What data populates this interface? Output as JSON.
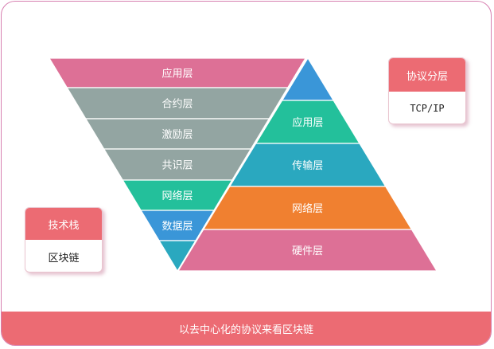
{
  "left_stack": {
    "layers": [
      {
        "label": "应用层",
        "color": "#dd7096"
      },
      {
        "label": "合约层",
        "color": "#93a5a2"
      },
      {
        "label": "激励层",
        "color": "#93a5a2"
      },
      {
        "label": "共识层",
        "color": "#93a5a2"
      },
      {
        "label": "网络层",
        "color": "#23c09b"
      },
      {
        "label": "数据层",
        "color": "#3a96d8"
      },
      {
        "label": "",
        "color": "#2aa8bf"
      }
    ]
  },
  "right_stack": {
    "layers": [
      {
        "label": "",
        "color": "#3a96d8"
      },
      {
        "label": "应用层",
        "color": "#23c09b"
      },
      {
        "label": "传输层",
        "color": "#2aa8bf"
      },
      {
        "label": "网络层",
        "color": "#f08030"
      },
      {
        "label": "硬件层",
        "color": "#dd7096"
      }
    ]
  },
  "legend_protocol": {
    "title": "协议分层",
    "value": "TCP/IP"
  },
  "legend_stack": {
    "title": "技术栈",
    "value": "区块链"
  },
  "footer": {
    "caption": "以去中心化的协议来看区块链"
  },
  "colors": {
    "accent": "#ec6b73",
    "border": "#d77fb0"
  }
}
